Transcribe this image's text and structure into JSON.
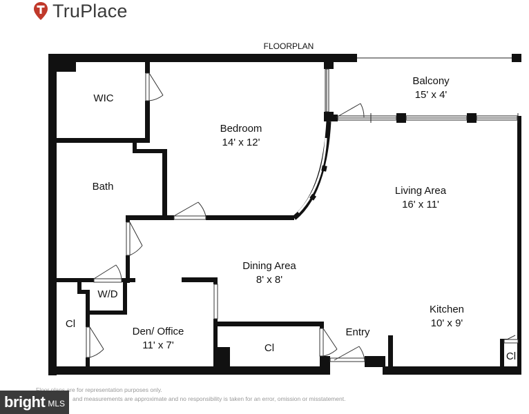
{
  "brand": {
    "name": "TruPlace",
    "logo_icon": "map-pin-t-icon",
    "accent": "#c0392b"
  },
  "floorplan_label": "FLOORPLAN",
  "rooms": {
    "balcony": {
      "name": "Balcony",
      "size": "15' x 4'"
    },
    "wic": {
      "name": "WIC"
    },
    "bedroom": {
      "name": "Bedroom",
      "size": "14' x 12'"
    },
    "bath": {
      "name": "Bath"
    },
    "living": {
      "name": "Living Area",
      "size": "16' x 11'"
    },
    "dining": {
      "name": "Dining Area",
      "size": "8' x 8'"
    },
    "wd": {
      "name": "W/D"
    },
    "kitchen": {
      "name": "Kitchen",
      "size": "10' x 9'"
    },
    "closet_left": {
      "name": "Cl"
    },
    "den": {
      "name": "Den/ Office",
      "size": "11' x 7'"
    },
    "closet_center": {
      "name": "Cl"
    },
    "entry": {
      "name": "Entry"
    },
    "closet_right": {
      "name": "Cl"
    }
  },
  "disclaimer": {
    "line1": "Floor plans are for representation purposes only.",
    "line2": "and measurements are approximate and no responsibility is taken for an error, omission or misstatement."
  },
  "watermark": {
    "word": "bright",
    "suffix": "MLS"
  }
}
